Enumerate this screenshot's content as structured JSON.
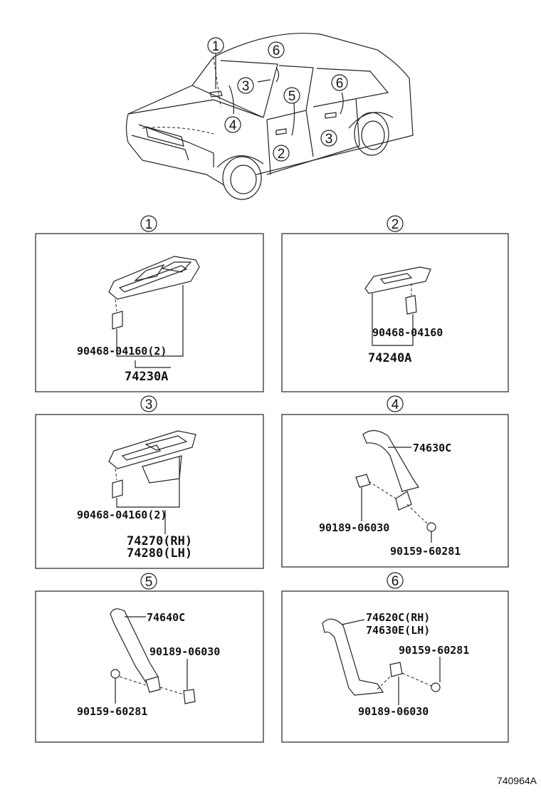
{
  "overview": {
    "callouts": [
      "1",
      "6",
      "3",
      "5",
      "6",
      "4",
      "2",
      "3"
    ]
  },
  "panels": [
    {
      "index": "1",
      "parts": [
        "90468-04160(2)",
        "74230A"
      ]
    },
    {
      "index": "2",
      "parts": [
        "90468-04160",
        "74240A"
      ]
    },
    {
      "index": "3",
      "parts": [
        "90468-04160(2)",
        "74270(RH)",
        "74280(LH)"
      ]
    },
    {
      "index": "4",
      "parts": [
        "74630C",
        "90189-06030",
        "90159-60281"
      ]
    },
    {
      "index": "5",
      "parts": [
        "74640C",
        "90189-06030",
        "90159-60281"
      ]
    },
    {
      "index": "6",
      "parts": [
        "74620C(RH)",
        "74630E(LH)",
        "90159-60281",
        "90189-06030"
      ]
    }
  ],
  "diagram_ref": "740964A"
}
